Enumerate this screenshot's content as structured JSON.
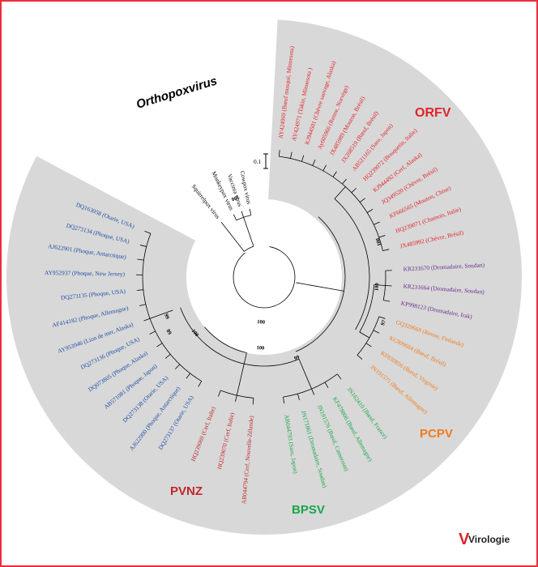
{
  "colors": {
    "border": "#e8303a",
    "sector": "#d8d8d8",
    "orfv": "#e1222a",
    "purple": "#6a2c8f",
    "pcpv": "#f07b1c",
    "bpsv": "#19a64a",
    "pvnz": "#c1272d",
    "blue": "#1f4fa3",
    "black": "#000000"
  },
  "scale_label": "0.1",
  "groups": {
    "orthopoxvirus": "Orthopoxvirus",
    "orfv": "ORFV",
    "pcpv": "PCPV",
    "bpsv": "BPSV",
    "pvnz": "PVNZ"
  },
  "logo": {
    "text": "Virologie",
    "initial": "V"
  },
  "leaves": [
    {
      "text": "AY424969 (Bœuf musqué, Minnesota)",
      "angle": -83,
      "color": "orfv"
    },
    {
      "text": "AY424971 (Takin, Minnesota )",
      "angle": -77.5,
      "color": "orfv"
    },
    {
      "text": "KJ944501 (Chèvre sauvage, Alaska)",
      "angle": -72,
      "color": "orfv"
    },
    {
      "text": "Ay605966 (Renne, Norvège)",
      "angle": -66.5,
      "color": "orfv"
    },
    {
      "text": "JX485989 (Mouton, Brésil)",
      "angle": -61,
      "color": "orfv"
    },
    {
      "text": "JX268519 (Bœuf, Brésil)",
      "angle": -55.5,
      "color": "orfv"
    },
    {
      "text": "AB521165 (Saro, Japon)",
      "angle": -50,
      "color": "orfv"
    },
    {
      "text": "HQ239072 (Bouquetin, Italie)",
      "angle": -44,
      "color": "orfv"
    },
    {
      "text": "KJ944492 (Cerf, Alaska)",
      "angle": -38,
      "color": "orfv"
    },
    {
      "text": "JQ349520 (Chèvre, Brésil)",
      "angle": -32,
      "color": "orfv"
    },
    {
      "text": "KF666565 (Mouton, Chine)",
      "angle": -25.5,
      "color": "orfv"
    },
    {
      "text": "HQ239071 (Chamois, Italie)",
      "angle": -19,
      "color": "orfv"
    },
    {
      "text": "JX485992 (Chèvre, Brésil)",
      "angle": -12.5,
      "color": "orfv"
    },
    {
      "text": "KR231670 (Dromadaire, Soudan)",
      "angle": -3,
      "color": "purple"
    },
    {
      "text": "KR231664 (Dromadaire, Soudan)",
      "angle": 4,
      "color": "purple"
    },
    {
      "text": "KP998123 (Dromadaire, Irak)",
      "angle": 11,
      "color": "purple"
    },
    {
      "text": "GQ329669 (Renne, Finlande)",
      "angle": 19,
      "color": "pcpv"
    },
    {
      "text": "KC909664 (Bœuf, Brésil)",
      "angle": 26,
      "color": "pcpv"
    },
    {
      "text": "KF830856 (Bœuf, Virginie)",
      "angle": 33,
      "color": "pcpv"
    },
    {
      "text": "JN191575 (Bœuf, Allemagne)",
      "angle": 40,
      "color": "pcpv"
    },
    {
      "text": "JN162410 (Bœuf, France)",
      "angle": 53,
      "color": "bpsv"
    },
    {
      "text": "KF478806 (Bœuf, Allemagne)",
      "angle": 60,
      "color": "bpsv"
    },
    {
      "text": "JN191576 (Bœuf, Cameroun)",
      "angle": 67,
      "color": "bpsv"
    },
    {
      "text": "JN171861 (Dromadaire, Soudan)",
      "angle": 74,
      "color": "bpsv"
    },
    {
      "text": "AB044793 (Saro, Japon)",
      "angle": 81,
      "color": "bpsv"
    },
    {
      "text": "AB044794 (Cerf, Nouvelle-Zélande)",
      "angle": 95,
      "color": "pvnz"
    },
    {
      "text": "HQ239070 (Cerf, Italie)",
      "angle": 103,
      "color": "pvnz"
    },
    {
      "text": "HQ239069 (Cerf, Italie)",
      "angle": 111,
      "color": "pvnz"
    },
    {
      "text": "DQ273137 (Otarie, USA)",
      "angle": 121,
      "color": "blue"
    },
    {
      "text": "AJ622900 (Phoque, Antarctique)",
      "angle": 127.5,
      "color": "blue"
    },
    {
      "text": "DQ273138 (Otarie, USA)",
      "angle": 134,
      "color": "blue"
    },
    {
      "text": "AB571081 (Phoque, Japon)",
      "angle": 140.5,
      "color": "blue"
    },
    {
      "text": "DQ073805 (Phoque, Alaska)",
      "angle": 147,
      "color": "blue"
    },
    {
      "text": "DQ273136 (Phoque, USA)",
      "angle": 153.5,
      "color": "blue"
    },
    {
      "text": "AY953946 (Lion de mer, Alaska)",
      "angle": 160,
      "color": "blue"
    },
    {
      "text": "AF414182 (Phoque, Allemagne)",
      "angle": 167,
      "color": "blue"
    },
    {
      "text": "DQ273135 (Phoque, USA)",
      "angle": 174,
      "color": "blue"
    },
    {
      "text": "AY952937 (Phoque, New Jersey)",
      "angle": 181,
      "color": "blue"
    },
    {
      "text": "AJ622901 (Phoque, Antarctique)",
      "angle": 188,
      "color": "blue"
    },
    {
      "text": "DQ273134 (Phoque, USA)",
      "angle": 194.5,
      "color": "blue"
    },
    {
      "text": "DQ163058 (Otarie, USA)",
      "angle": 201,
      "color": "blue"
    },
    {
      "text": "Squirrelpox virus",
      "angle": 232,
      "color": "black"
    },
    {
      "text": "Monkeypox virus",
      "angle": 244,
      "color": "black"
    },
    {
      "text": "Vaccinia virus",
      "angle": 251,
      "color": "black"
    },
    {
      "text": "Cowpox virus",
      "angle": 258,
      "color": "black"
    }
  ],
  "bootstraps": [
    {
      "text": "100",
      "angle": 94,
      "r": 56
    },
    {
      "text": "100",
      "angle": 5,
      "r": 140
    },
    {
      "text": "100",
      "angle": -17,
      "r": 148
    },
    {
      "text": "97",
      "angle": 21,
      "r": 158
    },
    {
      "text": "99",
      "angle": 68,
      "r": 108
    },
    {
      "text": "100",
      "angle": 93,
      "r": 88
    },
    {
      "text": "100",
      "angle": 141,
      "r": 110
    },
    {
      "text": "99",
      "angle": 158,
      "r": 130
    },
    {
      "text": "89",
      "angle": 150,
      "r": 136
    },
    {
      "text": "100",
      "angle": 250,
      "r": 104
    }
  ]
}
